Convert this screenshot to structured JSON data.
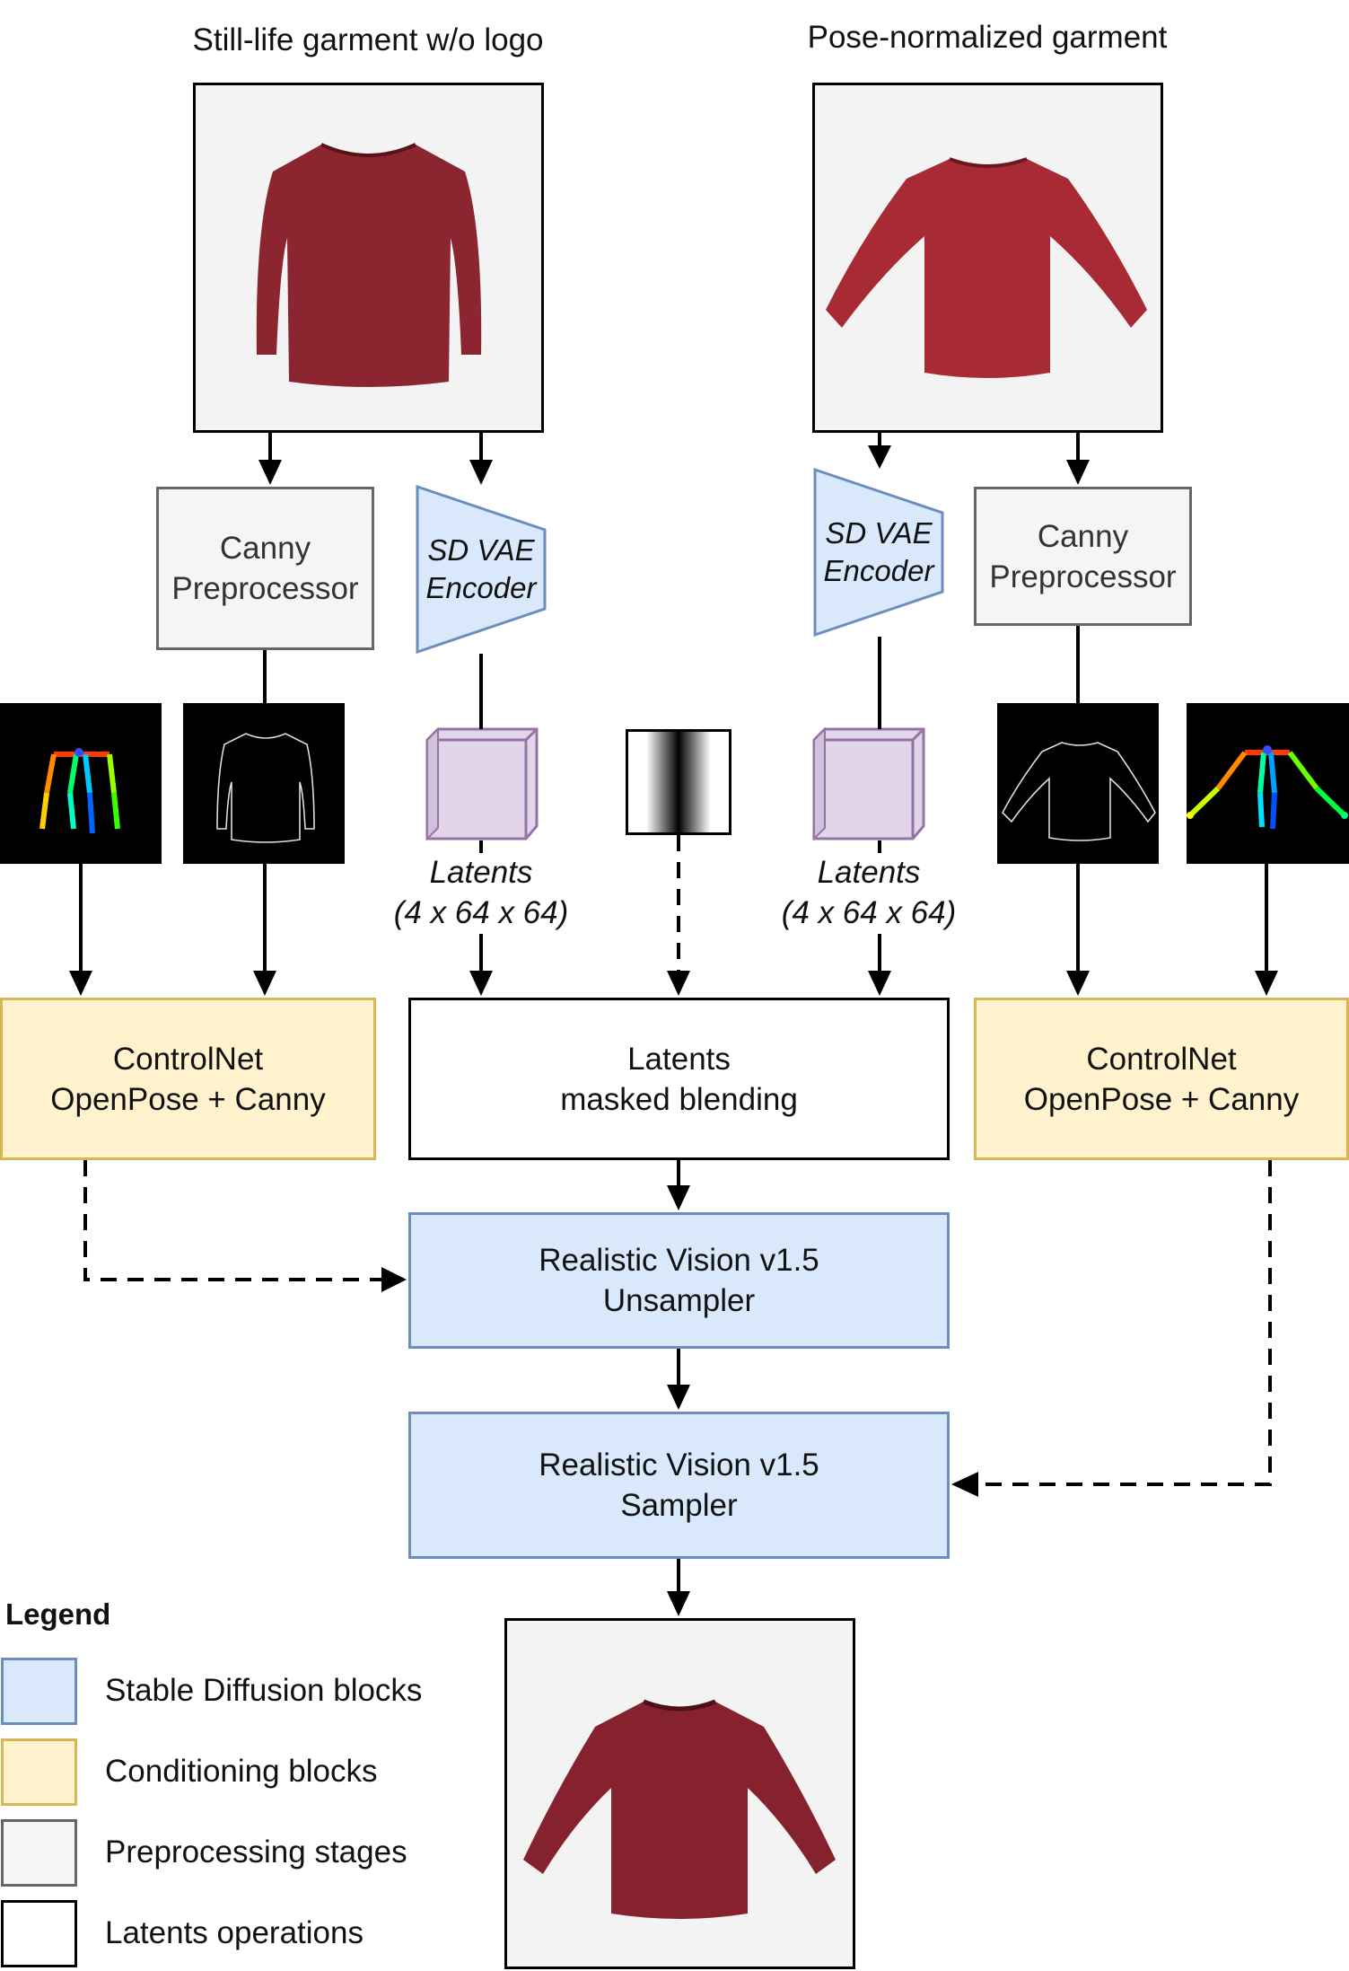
{
  "titles": {
    "left": "Still-life garment w/o logo",
    "right": "Pose-normalized garment"
  },
  "blocks": {
    "canny_left": [
      "Canny",
      "Preprocessor"
    ],
    "canny_right": [
      "Canny",
      "Preprocessor"
    ],
    "vae_left": [
      "SD VAE",
      "Encoder"
    ],
    "vae_right": [
      "SD VAE",
      "Encoder"
    ],
    "latents_left": [
      "Latents",
      "(4 x 64 x 64)"
    ],
    "latents_right": [
      "Latents",
      "(4 x 64 x 64)"
    ],
    "controlnet_left": [
      "ControlNet",
      "OpenPose + Canny"
    ],
    "controlnet_right": [
      "ControlNet",
      "OpenPose + Canny"
    ],
    "blend": [
      "Latents",
      "masked blending"
    ],
    "unsampler": [
      "Realistic Vision v1.5",
      "Unsampler"
    ],
    "sampler": [
      "Realistic Vision v1.5",
      "Sampler"
    ]
  },
  "legend": {
    "title": "Legend",
    "items": [
      {
        "label": "Stable Diffusion blocks",
        "color": "#dae8fc",
        "border": "#6c8ebf"
      },
      {
        "label": "Conditioning blocks",
        "color": "#fff2cc",
        "border": "#d6b656"
      },
      {
        "label": "Preprocessing stages",
        "color": "#f5f5f5",
        "border": "#666666"
      },
      {
        "label": "Latents operations",
        "color": "#ffffff",
        "border": "#000000"
      }
    ]
  },
  "colors": {
    "garment": "#8b2530",
    "latent_fill": "#e1d5e7",
    "latent_stroke": "#9673a6"
  }
}
